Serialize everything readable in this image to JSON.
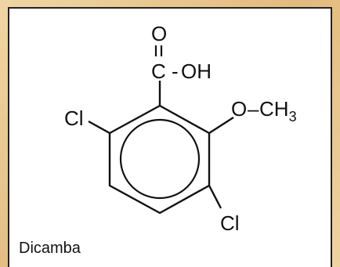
{
  "compound": {
    "name": "Dicamba",
    "atoms": {
      "carbonyl_o": "O",
      "carboxyl_c": "C",
      "carboxyl_bond": "-",
      "hydroxyl": "OH",
      "chloro_left": "Cl",
      "methoxy_o": "O",
      "methoxy_bond": "–",
      "methyl_main": "CH",
      "methyl_sub": "3",
      "chloro_bottom": "Cl"
    }
  }
}
